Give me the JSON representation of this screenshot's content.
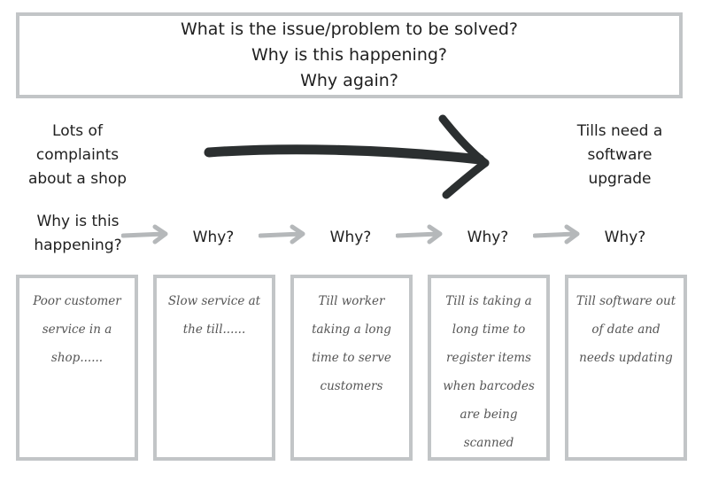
{
  "header": {
    "lines": [
      "What is the issue/problem to be solved?",
      "Why is this happening?",
      "Why again?"
    ]
  },
  "left_label": {
    "problem": "Lots of complaints about a shop",
    "question": "Why is this happening?"
  },
  "right_label": "Tills need a software upgrade",
  "why_labels": [
    "Why?",
    "Why?",
    "Why?",
    "Why?"
  ],
  "cards": [
    "Poor customer service in a shop......",
    "Slow service at the till......",
    "Till worker taking a long time to serve customers",
    "Till is taking a long time to register items when barcodes are being scanned",
    "Till software out of date and needs updating"
  ],
  "colors": {
    "box_border": "#c2c5c7",
    "arrow_dark": "#2b2f30",
    "arrow_light": "#b5b8ba",
    "handwriting": "#555555"
  }
}
